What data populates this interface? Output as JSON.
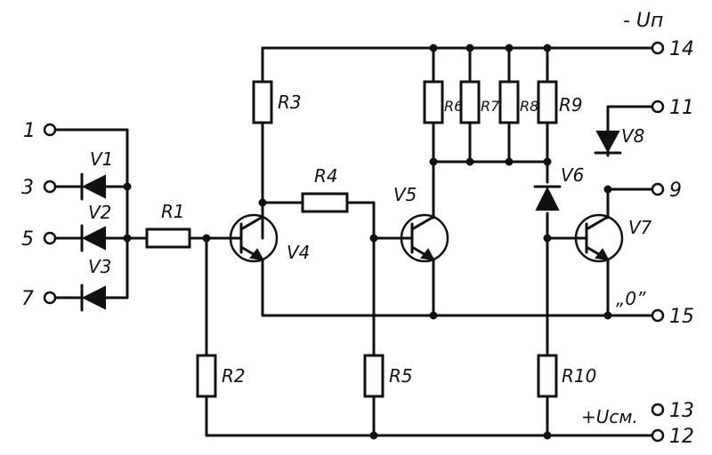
{
  "supply": {
    "minus": "- Uп",
    "plus": "+Uсм."
  },
  "ground": "„0”",
  "pins": {
    "p1": "1",
    "p3": "3",
    "p5": "5",
    "p7": "7",
    "p14": "14",
    "p11": "11",
    "p9": "9",
    "p15": "15",
    "p13": "13",
    "p12": "12"
  },
  "resistors": {
    "r1": "R1",
    "r2": "R2",
    "r3": "R3",
    "r4": "R4",
    "r5": "R5",
    "r6": "R6",
    "r7": "R7",
    "r8": "R8",
    "r9": "R9",
    "r10": "R10"
  },
  "diodes": {
    "v1": "V1",
    "v2": "V2",
    "v3": "V3",
    "v6": "V6",
    "v8": "V8"
  },
  "transistors": {
    "v4": "V4",
    "v5": "V5",
    "v7": "V7"
  }
}
